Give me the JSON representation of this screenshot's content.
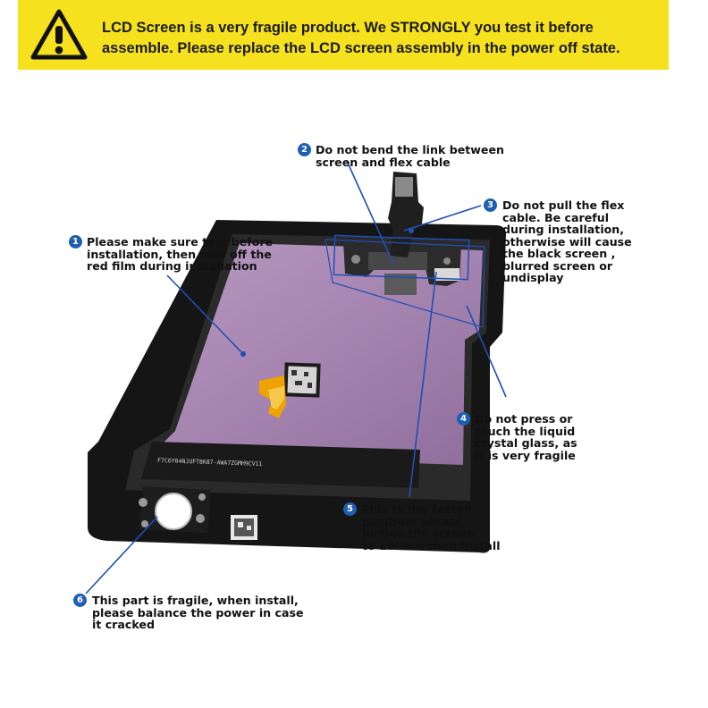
{
  "banner": {
    "line1": "LCD Screen is a very fragile product. We STRONGLY you test it before",
    "line2": "assemble. Please replace the LCD screen assembly in the power off state.",
    "background": "#f5e11d",
    "icon": "warning-triangle-icon"
  },
  "accent_color": "#1f5fb0",
  "notes": [
    {
      "num": "1",
      "lines": [
        "Please make sure test before",
        "installation, then tear off the",
        "red film during installation"
      ]
    },
    {
      "num": "2",
      "lines": [
        "Do not bend the link between",
        "screen and flex cable"
      ]
    },
    {
      "num": "3",
      "lines": [
        "Do not pull the flex",
        "cable. Be careful",
        "during installation,",
        "otherwise will cause",
        "the black  screen ,",
        "blurred screen or",
        "undisplay"
      ]
    },
    {
      "num": "4",
      "lines": [
        "Do not press or",
        "touch the liquid",
        "crystal glass, as",
        "it is very fragile"
      ]
    },
    {
      "num": "5",
      "lines": [
        "This is the fasten",
        "position, please",
        "incline the screen",
        "to 15°and then install"
      ]
    },
    {
      "num": "6",
      "lines": [
        "This part is fragile, when install,",
        "please balance the power in case",
        "it cracked"
      ]
    }
  ],
  "product": {
    "label_text": "F7C6Y04NJUFT8K87-AWA7ZGMH9CV11"
  }
}
